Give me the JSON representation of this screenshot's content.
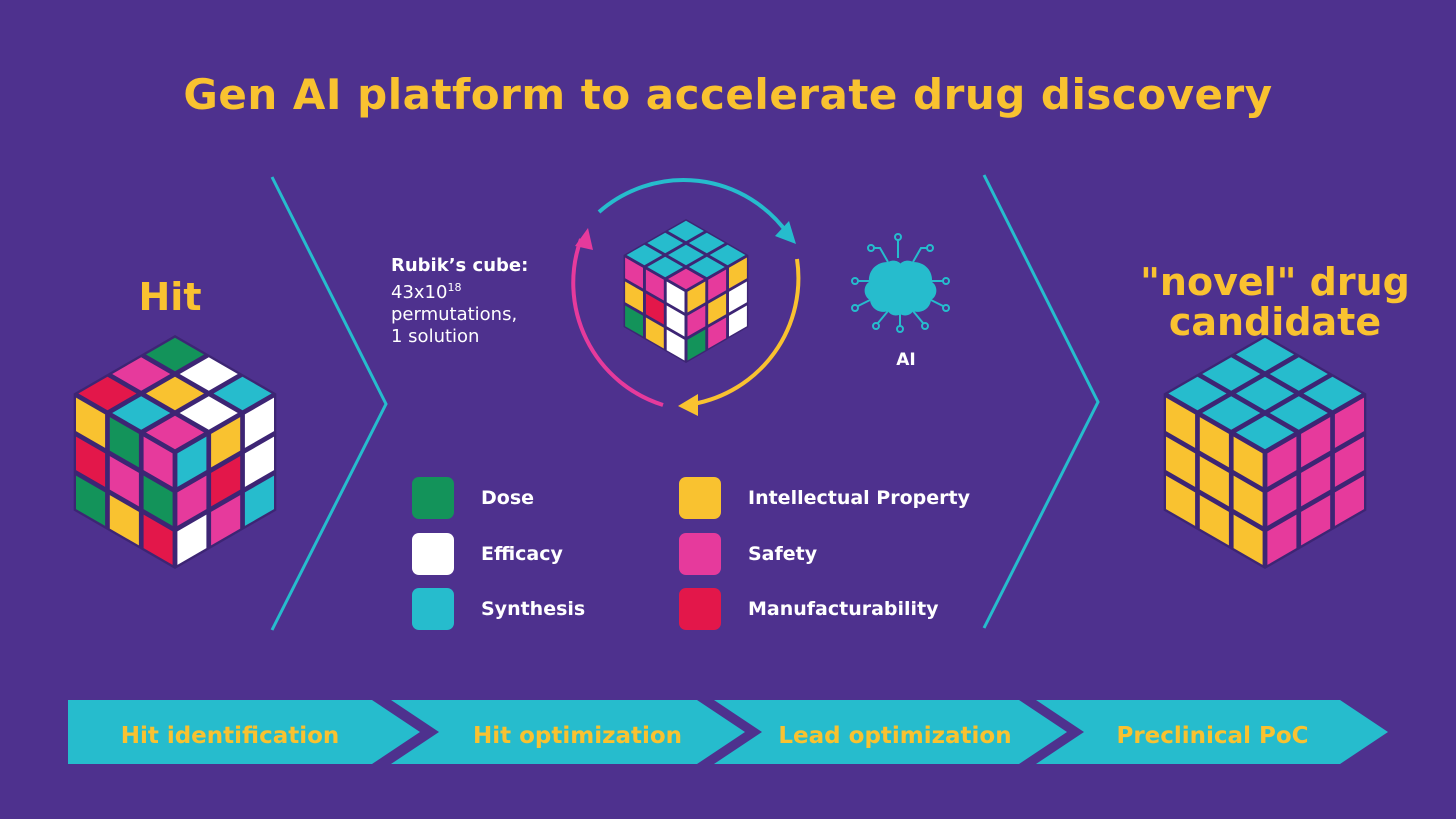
{
  "title": "Gen AI platform to accelerate drug discovery",
  "hit_label": "Hit",
  "novel_label": {
    "line1": "\"novel\" drug",
    "line2": "candidate"
  },
  "rubik_note": {
    "heading": "Rubik’s cube:",
    "count_base": "43x10",
    "count_exp": "18",
    "line2": "permutations,",
    "line3": "1 solution"
  },
  "ai_label": "AI",
  "legend": [
    {
      "label": "Dose",
      "color": "#13935a"
    },
    {
      "label": "Efficacy",
      "color": "#ffffff"
    },
    {
      "label": "Synthesis",
      "color": "#26bccd"
    },
    {
      "label": "Intellectual Property",
      "color": "#f9c230"
    },
    {
      "label": "Safety",
      "color": "#e63a9c"
    },
    {
      "label": "Manufacturability",
      "color": "#e3174a"
    }
  ],
  "stages": [
    "Hit identification",
    "Hit optimization",
    "Lead optimization",
    "Preclinical PoC"
  ],
  "colors": {
    "background": "#4e318e",
    "accent": "#f9c230",
    "teal": "#26bccd",
    "pink": "#e63a9c"
  },
  "icons": [
    "rubiks-cube-icon",
    "ai-brain-circuit-icon",
    "cycle-arrows-icon"
  ]
}
